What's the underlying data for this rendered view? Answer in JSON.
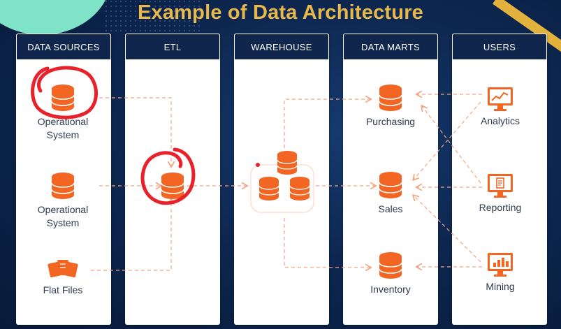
{
  "title": "Example of Data Architecture",
  "colors": {
    "accent": "#f26522",
    "title": "#e8b84a",
    "header": "#10264d",
    "background": "#0d2750",
    "flow": "#f4a582",
    "annotation": "#e8212b"
  },
  "columns": [
    "DATA SOURCES",
    "ETL",
    "WAREHOUSE",
    "DATA MARTS",
    "USERS"
  ],
  "sources": [
    {
      "label": "Operational\nSystem",
      "icon": "database-icon"
    },
    {
      "label": "Operational\nSystem",
      "icon": "database-icon"
    },
    {
      "label": "Flat Files",
      "icon": "files-icon"
    }
  ],
  "etl": {
    "icon": "database-icon"
  },
  "warehouse": {
    "icon": "database-cluster-icon"
  },
  "marts": [
    {
      "label": "Purchasing",
      "icon": "database-icon"
    },
    {
      "label": "Sales",
      "icon": "database-icon"
    },
    {
      "label": "Inventory",
      "icon": "database-icon"
    }
  ],
  "users": [
    {
      "label": "Analytics",
      "icon": "monitor-chart-icon"
    },
    {
      "label": "Reporting",
      "icon": "monitor-report-icon"
    },
    {
      "label": "Mining",
      "icon": "monitor-bar-icon"
    }
  ]
}
